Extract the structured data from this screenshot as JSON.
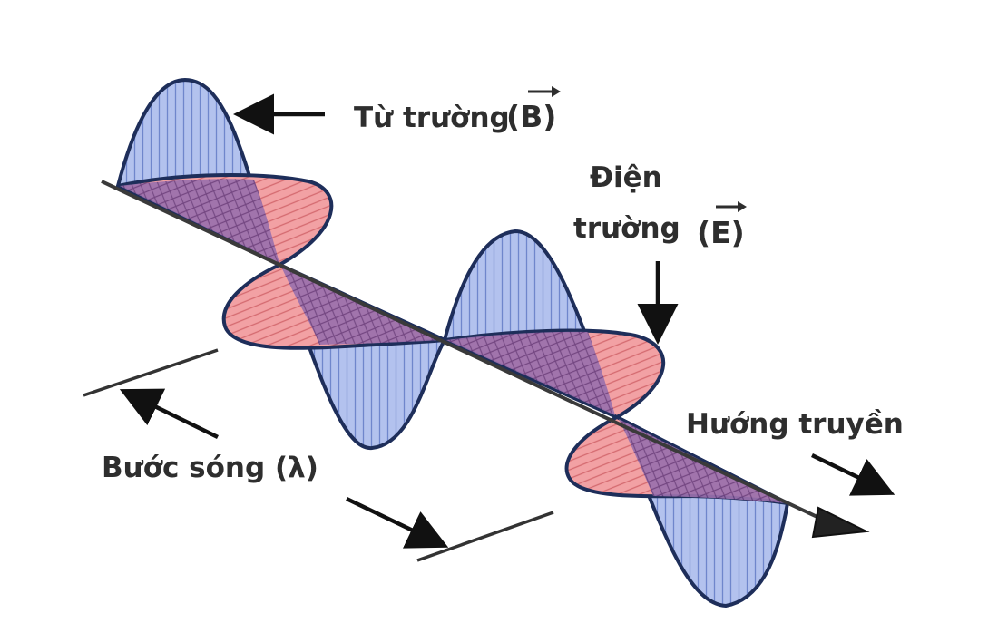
{
  "labels": {
    "magnetic_field": "Từ trường",
    "magnetic_symbol": "(B)",
    "electric_line1": "Điện",
    "electric_line2": "trường",
    "electric_symbol": "(E)",
    "direction": "Hướng truyền",
    "wavelength": "Bước sóng (λ)"
  },
  "colors": {
    "magnetic_fill": "#b3c2ee",
    "magnetic_hatch": "#6f86cc",
    "electric_fill": "#f2a1a4",
    "electric_hatch": "#d46a70",
    "overlap_fill": "#9a70ad",
    "outline": "#1e2e5a",
    "axis": "#3a3a3a",
    "text": "#2e2e2e"
  }
}
